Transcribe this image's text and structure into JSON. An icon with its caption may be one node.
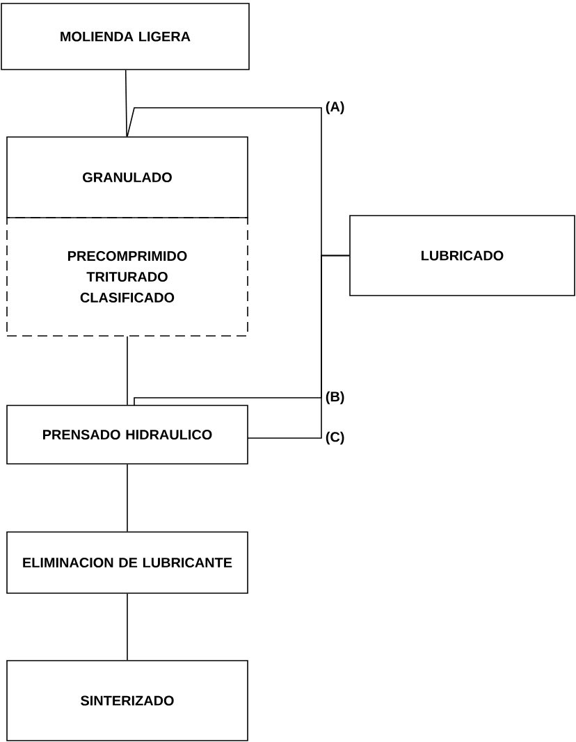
{
  "diagram": {
    "nodes": [
      {
        "text": [
          "MOLIENDA LIGERA"
        ]
      },
      {
        "text": [
          "GRANULADO"
        ]
      },
      {
        "text": [
          "PRECOMPRIMIDO",
          "TRITURADO",
          "CLASIFICADO"
        ]
      },
      {
        "text": [
          "LUBRICADO"
        ]
      },
      {
        "text": [
          "PRENSADO HIDRAULICO"
        ]
      },
      {
        "text": [
          "ELIMINACION DE LUBRICANTE"
        ]
      },
      {
        "text": [
          "SINTERIZADO"
        ]
      }
    ],
    "edges": [
      {
        "from": 0,
        "to": 1,
        "arrow": "none"
      },
      {
        "from": 2,
        "to": 4,
        "arrow": "none"
      },
      {
        "from": 4,
        "to": 5,
        "arrow": "none"
      },
      {
        "from": 5,
        "to": 6,
        "arrow": "none"
      },
      {
        "from": 3,
        "to": 1,
        "arrow": "none",
        "label": "(A)"
      },
      {
        "from": 3,
        "to": 4,
        "arrow": "none",
        "label": "(B)"
      },
      {
        "from": 3,
        "to": 4,
        "arrow": "none",
        "label": "(C)"
      }
    ]
  }
}
